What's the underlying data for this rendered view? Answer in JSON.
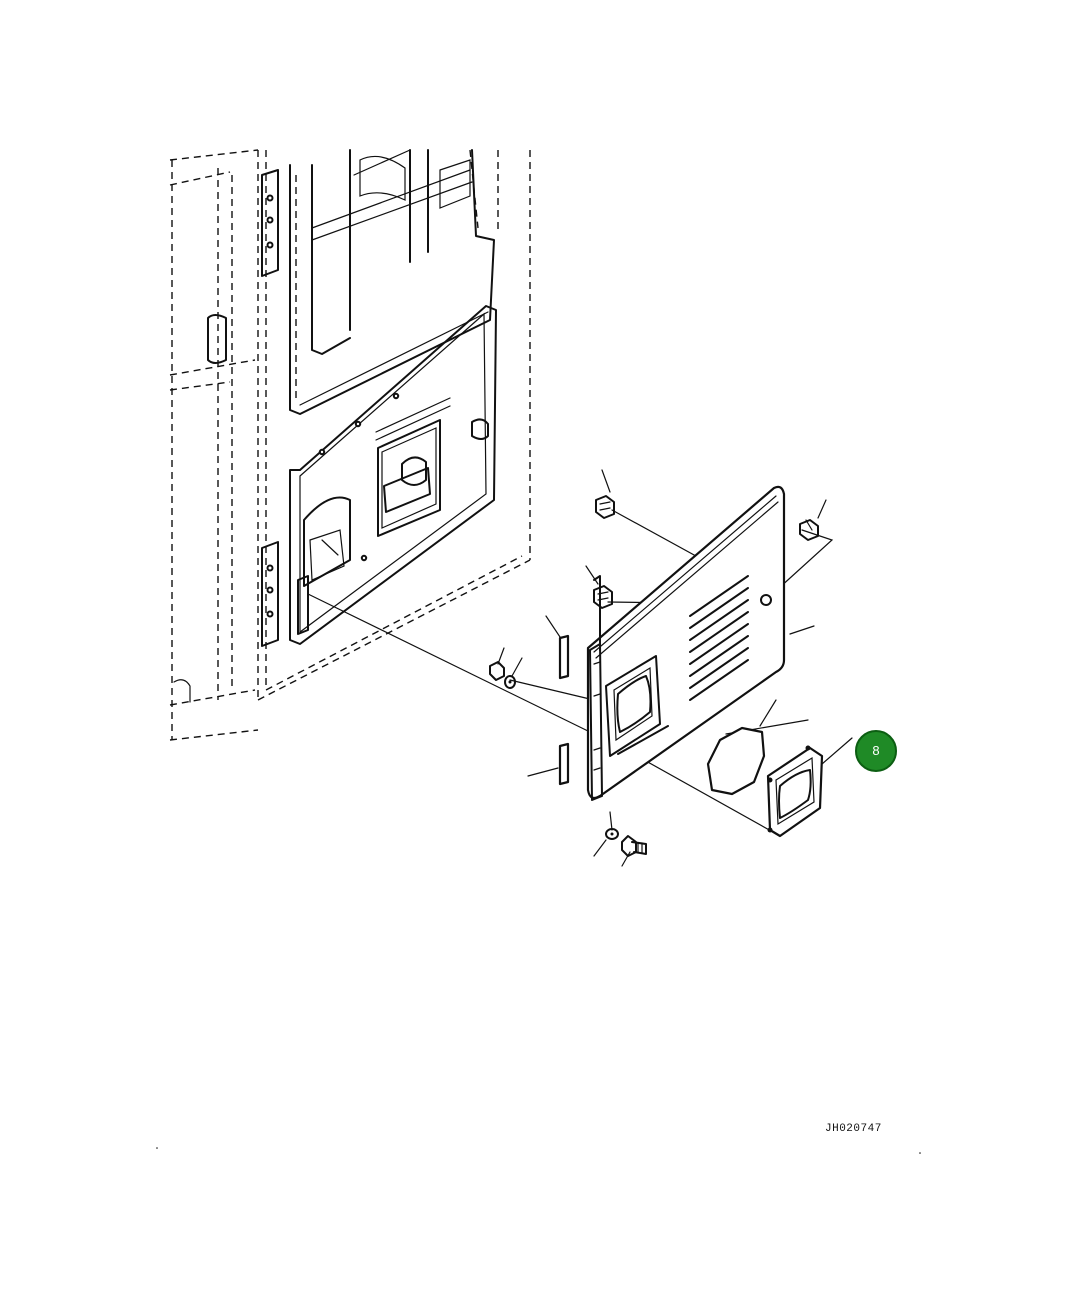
{
  "callout": {
    "number": "8",
    "color": "#1f8a26"
  },
  "drawing_id": "JH020747",
  "parts": [
    {
      "name": "cab-door-frame"
    },
    {
      "name": "side-cover-panel"
    },
    {
      "name": "octagon-seal"
    },
    {
      "name": "vent-flange"
    },
    {
      "name": "nut"
    },
    {
      "name": "spacer"
    },
    {
      "name": "bolt"
    },
    {
      "name": "washer"
    }
  ]
}
